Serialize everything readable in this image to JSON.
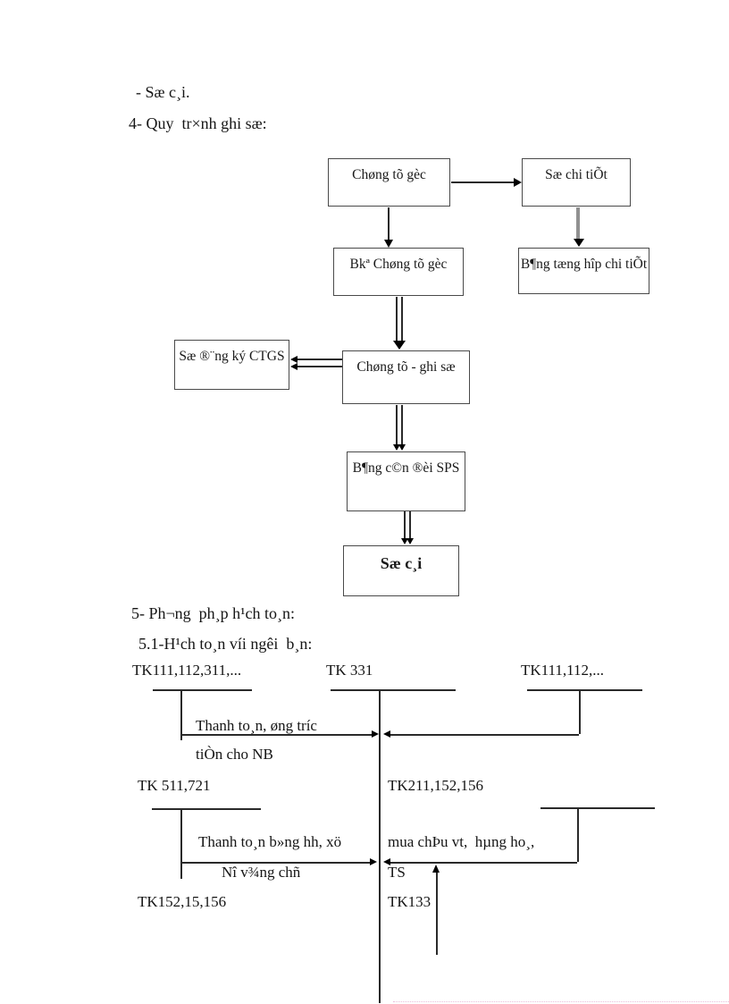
{
  "intro": {
    "line1": "- Sæ c¸i.",
    "line2": "4- Quy  tr×nh ghi sæ:"
  },
  "flowchart": {
    "box_chung_tu_goc": "Chøng tõ gèc",
    "box_so_chi_tiet": "Sæ chi tiÕt",
    "box_bang_ke_chung_tu_goc": "Bkª Chøng tõ gèc",
    "box_bang_tong_hop_chi_tiet": "B¶ng tæng hîp chi tiÕt",
    "box_so_dang_ky_ctgs": "Sæ ®¨ng ký CTGS",
    "box_chung_tu_ghi_so": "Chøng tõ - ghi sæ",
    "box_bang_can_doi_sps": "B¶ng  c©n ®èi SPS",
    "box_so_cai": "Sæ c¸i"
  },
  "section5": {
    "heading": "5- Ph¬ng  ph¸p h¹ch to¸n:",
    "subheading": "5.1-H¹ch to¸n víi ngêi  b¸n:"
  },
  "taccount": {
    "tk_left_row1": "TK111,112,311,...",
    "tk_center": "TK 331",
    "tk_right_row1": "TK111,112,...",
    "flow1_line1": "Thanh to¸n, øng tríc",
    "flow1_line2": "tiÒn cho NB",
    "tk_left_row2": "TK 511,721",
    "tk_center_row2": "TK211,152,156",
    "flow2_left_line1": "Thanh to¸n b»ng hh, xö",
    "flow2_left_line2": "Nî v¾ng chñ",
    "flow2_right_line1": "mua chÞu vt,  hµng ho¸,",
    "flow2_right_line2": "TS",
    "tk_left_row3": "TK152,15,156",
    "tk_center_row3": "TK133"
  }
}
